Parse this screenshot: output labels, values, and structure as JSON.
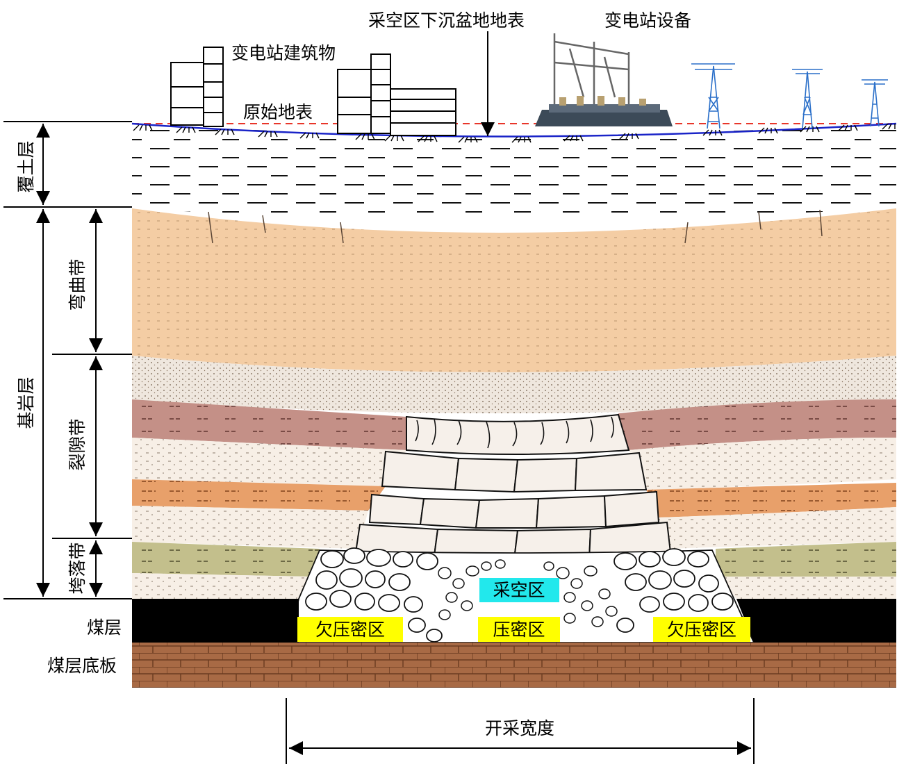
{
  "labels": {
    "substation_buildings": "变电站建筑物",
    "subsidence_surface": "采空区下沉盆地地表",
    "substation_equipment": "变电站设备",
    "original_surface": "原始地表",
    "overburden": "覆土层",
    "bedrock": "基岩层",
    "bending_zone": "弯曲带",
    "fracture_zone": "裂隙带",
    "caving_zone": "垮落带",
    "coal_seam": "煤层",
    "coal_floor": "煤层底板",
    "goaf": "采空区",
    "under_compacted_left": "欠压密区",
    "compacted": "压密区",
    "under_compacted_right": "欠压密区",
    "mining_width": "开采宽度"
  },
  "colors": {
    "bending_layer": "#f4cda4",
    "pebbly_layer": "#efe7de",
    "red_mudstone": "#c49087",
    "sandy_layer": "#f7efe6",
    "orange_layer": "#e8a06a",
    "olive_layer": "#c3bf8c",
    "coal": "#000000",
    "floor_brick": "#a86a45",
    "surface_line": "#1a24c8",
    "original_surface_line": "#e8362a",
    "goaf_label_bg": "#22e8ec",
    "zone_label_bg": "#ffff00"
  }
}
